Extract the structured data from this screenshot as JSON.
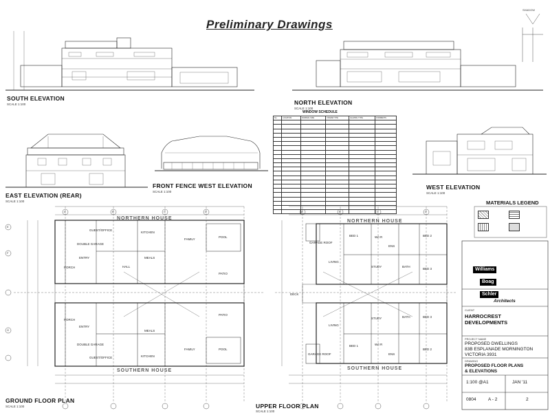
{
  "header": {
    "title": "Preliminary Drawings"
  },
  "elevations": {
    "south": {
      "label": "SOUTH ELEVATION",
      "scale": "SCALE 1:100"
    },
    "north": {
      "label": "NORTH ELEVATION",
      "scale": "SCALE 1:100"
    },
    "east": {
      "label": "EAST ELEVATION  (REAR)",
      "scale": "SCALE 1:100"
    },
    "front_fence": {
      "label": "FRONT FENCE WEST ELEVATION",
      "scale": "SCALE 1:100"
    },
    "west": {
      "label": "WEST ELEVATION",
      "scale": "SCALE 1:100"
    }
  },
  "window_schedule": {
    "title": "WINDOW SCHEDULE",
    "headers": [
      "No.",
      "LOCATION",
      "NOMINAL SIZE",
      "FRAME TYPE",
      "GLAZING TYPE",
      "COMMENTS"
    ]
  },
  "materials_legend": {
    "title": "MATERIALS LEGEND"
  },
  "plans": {
    "ground": {
      "label": "GROUND FLOOR PLAN",
      "scale": "SCALE 1:100"
    },
    "upper": {
      "label": "UPPER FLOOR PLAN",
      "scale": "SCALE 1:100"
    },
    "northern_house": "NORTHERN HOUSE",
    "southern_house": "SOUTHERN HOUSE",
    "ground_rooms": [
      "FAMILY",
      "MEALS",
      "KITCHEN",
      "ENTRY",
      "DOUBLE GARAGE",
      "GUEST/OFFICE",
      "PORCH",
      "HALL",
      "PATIO",
      "POOL",
      "FAMILY",
      "MEALS",
      "KITCHEN",
      "ENTRY",
      "DOUBLE GARAGE",
      "GUEST/OFFICE",
      "PORCH",
      "PATIO",
      "POOL"
    ],
    "upper_rooms": [
      "GARAGE ROOF",
      "LIVING",
      "BED 1",
      "W/I R",
      "ENS",
      "BED 2",
      "BED 3",
      "STUDY",
      "BATH",
      "LIVING",
      "BED 1",
      "W/I R",
      "ENS",
      "BED 2",
      "BED 3",
      "BATH",
      "STUDY",
      "GARAGE ROOF",
      "DECK"
    ],
    "grid_letters": [
      "A",
      "B",
      "C",
      "D",
      "E",
      "F",
      "G"
    ]
  },
  "title_block": {
    "firm": [
      "Williams",
      "Boag",
      "Schler"
    ],
    "firm_suffix": "Architects",
    "client_label": "CLIENT",
    "client": "HARROCREST DEVELOPMENTS",
    "project_label": "PROJECT NAME",
    "project": [
      "PROPOSED DWELLINGS",
      "83B ESPLANADE MORNINGTON",
      "VICTORIA 3931"
    ],
    "drawing_label": "DRAWING",
    "drawing": [
      "PROPOSED FLOOR PLANS",
      "& ELEVATIONS"
    ],
    "scale": "1:100 @A1",
    "date": "JAN '11",
    "job": "0804",
    "sheet": "A - 2",
    "rev": "2"
  },
  "shadow_label": "SHADOW"
}
